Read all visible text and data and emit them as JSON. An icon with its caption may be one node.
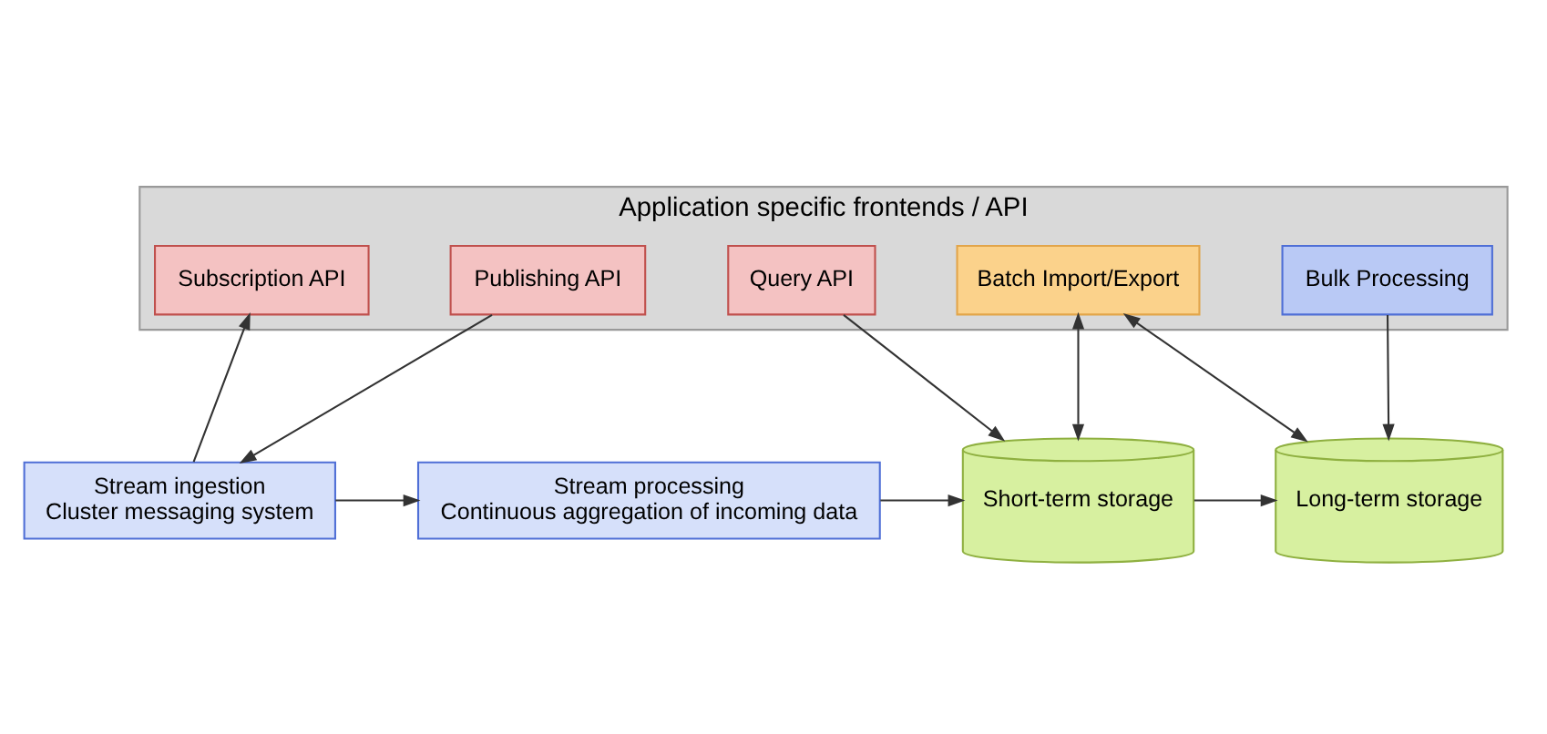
{
  "diagram": {
    "nodes": [
      {
        "text": [
          "Application specific frontends / API"
        ]
      },
      {
        "text": [
          "Publishing API"
        ],
        "in": 0
      },
      {
        "text": [
          "Subscription API"
        ],
        "in": 0
      },
      {
        "text": [
          "Query API"
        ],
        "in": 0
      },
      {
        "text": [
          "Batch Import/Export"
        ],
        "in": 0
      },
      {
        "text": [
          "Bulk Processing"
        ],
        "in": 0
      },
      {
        "text": [
          "Stream ingestion",
          "Cluster messaging system"
        ]
      },
      {
        "text": [
          "Stream processing",
          "Continuous aggregation of incoming data"
        ]
      },
      {
        "text": [
          "Short-term storage"
        ]
      },
      {
        "text": [
          "Long-term storage"
        ]
      }
    ],
    "edges": [
      {
        "from": 1,
        "to": 6,
        "arrow": "to"
      },
      {
        "from": 6,
        "to": 2,
        "arrow": "to"
      },
      {
        "from": 3,
        "to": 8,
        "arrow": "to"
      },
      {
        "from": 4,
        "to": 8,
        "arrow": "both"
      },
      {
        "from": 4,
        "to": 9,
        "arrow": "both"
      },
      {
        "from": 5,
        "to": 9,
        "arrow": "to"
      },
      {
        "from": 6,
        "to": 7,
        "arrow": "to"
      },
      {
        "from": 7,
        "to": 8,
        "arrow": "to"
      },
      {
        "from": 8,
        "to": 9,
        "arrow": "to"
      }
    ]
  }
}
